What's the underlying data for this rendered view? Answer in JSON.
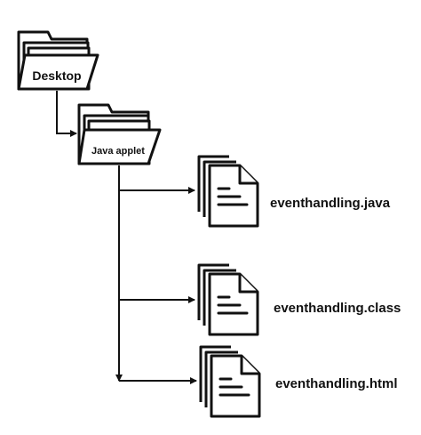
{
  "diagram": {
    "root_folder": {
      "label": "Desktop"
    },
    "sub_folder": {
      "label": "Java applet"
    },
    "files": [
      {
        "label": "eventhandling.java"
      },
      {
        "label": "eventhandling.class"
      },
      {
        "label": "eventhandling.html"
      }
    ]
  },
  "colors": {
    "stroke": "#111111",
    "background": "#ffffff"
  }
}
